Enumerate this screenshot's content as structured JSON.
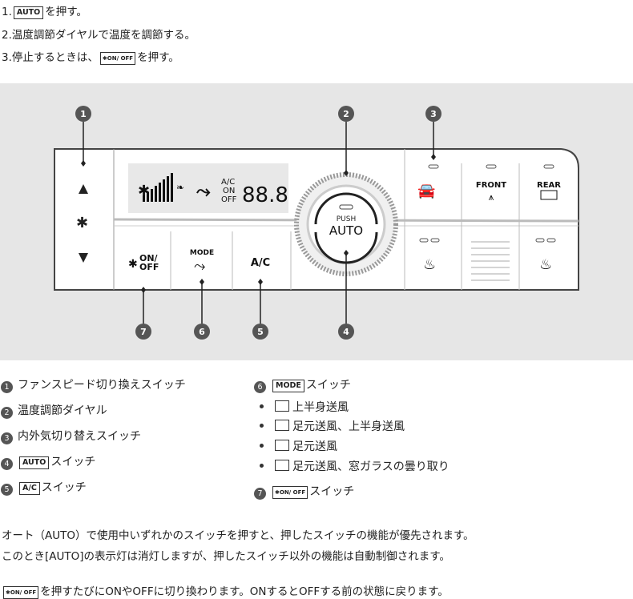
{
  "steps": {
    "s1_pre": "1.",
    "s1_btn": "AUTO",
    "s1_post": "を押す。",
    "s2": "2.温度調節ダイヤルで温度を調節する。",
    "s3_pre": "3.停止するときは、",
    "s3_btn": "ON/ OFF",
    "s3_post": "を押す。"
  },
  "panel": {
    "callouts": [
      "1",
      "2",
      "3",
      "4",
      "5",
      "6",
      "7"
    ],
    "display_ac": "A/C",
    "display_on": "ON",
    "display_off": "OFF",
    "display_temp": "88.8",
    "dial_push": "PUSH",
    "dial_auto": "AUTO",
    "btn_fan_onoff_1": "ON/",
    "btn_fan_onoff_2": "OFF",
    "btn_mode": "MODE",
    "btn_ac": "A/C",
    "btn_front": "FRONT",
    "btn_rear": "REAR"
  },
  "legend": {
    "left": [
      {
        "num": "1",
        "text": "ファンスピード切り換えスイッチ"
      },
      {
        "num": "2",
        "text": "温度調節ダイヤル"
      },
      {
        "num": "3",
        "text": "内外気切り替えスイッチ"
      },
      {
        "num": "4",
        "btn": "AUTO",
        "text": "スイッチ"
      },
      {
        "num": "5",
        "btn": "A/C",
        "text": "スイッチ"
      }
    ],
    "right_head": {
      "num": "6",
      "btn": "MODE",
      "text": "スイッチ"
    },
    "modes": [
      "上半身送風",
      "足元送風、上半身送風",
      "足元送風",
      "足元送風、窓ガラスの曇り取り"
    ],
    "right_tail": {
      "num": "7",
      "btn": "ON/ OFF",
      "text": "スイッチ"
    }
  },
  "notes": {
    "p1": "オート（AUTO）で使用中いずれかのスイッチを押すと、押したスイッチの機能が優先されます。",
    "p2": "このとき[AUTO]の表示灯は消灯しますが、押したスイッチ以外の機能は自動制御されます。",
    "p3_btn": "ON/ OFF",
    "p3": "を押すたびにONやOFFに切り換わります。ONするとOFFする前の状態に戻ります。"
  }
}
